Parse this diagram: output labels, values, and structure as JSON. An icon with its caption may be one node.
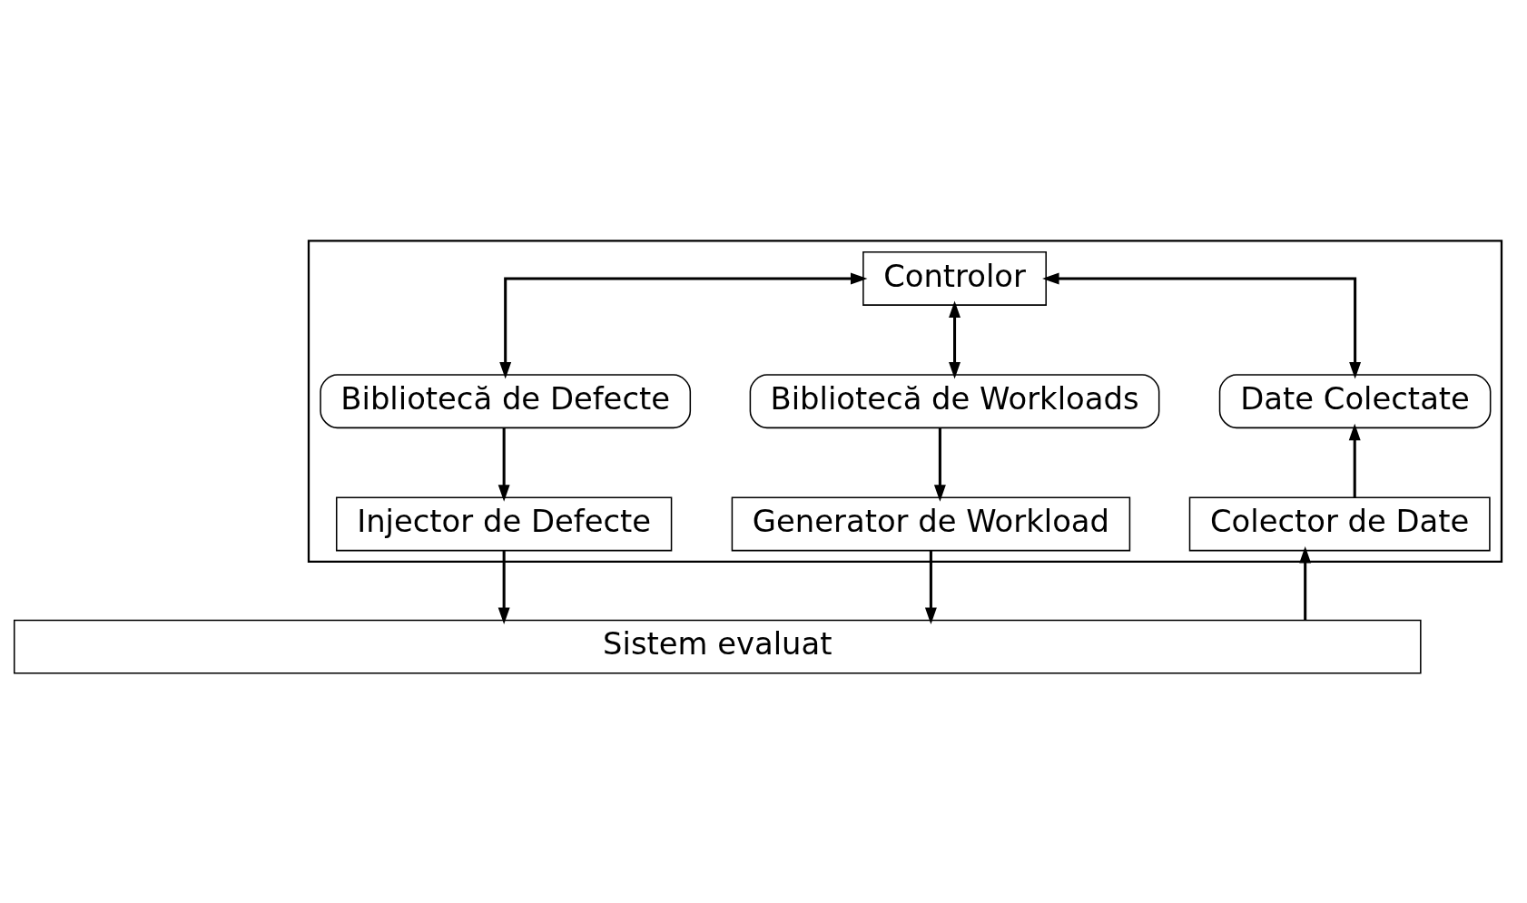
{
  "diagram": {
    "nodes": [
      {
        "text": [],
        "shape": "box"
      },
      {
        "text": [
          "Controlor"
        ],
        "in": 0
      },
      {
        "text": [
          "Bibliotecă de Defecte"
        ],
        "in": 0
      },
      {
        "text": [
          "Bibliotecă de Workloads"
        ],
        "in": 0
      },
      {
        "text": [
          "Date Colectate"
        ],
        "in": 0
      },
      {
        "text": [
          "Injector de Defecte"
        ],
        "in": 0
      },
      {
        "text": [
          "Generator de Workload"
        ],
        "in": 0
      },
      {
        "text": [
          "Colector de Date"
        ],
        "in": 0
      },
      {
        "text": [
          "Sistem evaluat"
        ]
      }
    ],
    "edges": [
      {
        "from": 1,
        "to": 2,
        "arrow": "both"
      },
      {
        "from": 1,
        "to": 3,
        "arrow": "both"
      },
      {
        "from": 1,
        "to": 4,
        "arrow": "both"
      },
      {
        "from": 2,
        "to": 5,
        "arrow": "to"
      },
      {
        "from": 3,
        "to": 6,
        "arrow": "to"
      },
      {
        "from": 7,
        "to": 4,
        "arrow": "to"
      },
      {
        "from": 5,
        "to": 8,
        "arrow": "to"
      },
      {
        "from": 6,
        "to": 8,
        "arrow": "to"
      },
      {
        "from": 8,
        "to": 7,
        "arrow": "to"
      }
    ]
  }
}
